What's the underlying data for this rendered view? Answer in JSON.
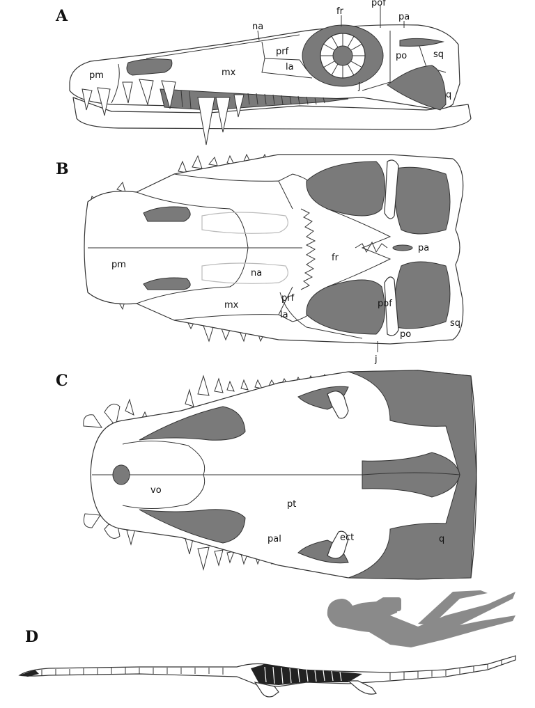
{
  "panels": {
    "A": {
      "letter": "A",
      "labels": {
        "na": "na",
        "fr": "fr",
        "pof": "pof",
        "pa": "pa",
        "prf": "prf",
        "la": "la",
        "pm": "pm",
        "mx": "mx",
        "po": "po",
        "sq": "sq",
        "j": "j",
        "q": "q"
      }
    },
    "B": {
      "letter": "B",
      "labels": {
        "pm": "pm",
        "na": "na",
        "fr": "fr",
        "pa": "pa",
        "prf": "prf",
        "la": "la",
        "mx": "mx",
        "pof": "pof",
        "po": "po",
        "sq": "sq",
        "j": "j"
      }
    },
    "C": {
      "letter": "C",
      "labels": {
        "vo": "vo",
        "pt": "pt",
        "pal": "pal",
        "ect": "ect",
        "q": "q"
      }
    },
    "D": {
      "letter": "D"
    }
  },
  "colors": {
    "fenestra": "#7a7a7a",
    "silhouette": "#8a8a8a",
    "outline": "#333333"
  }
}
